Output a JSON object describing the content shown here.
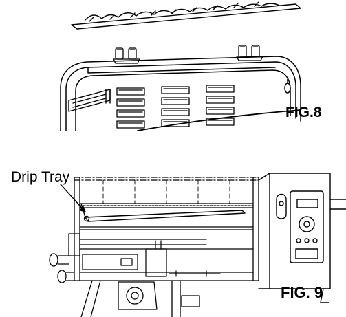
{
  "fig8": {
    "label": "FIG.8"
  },
  "fig9": {
    "label": "FIG. 9",
    "callout": "Drip Tray"
  },
  "colors": {
    "ink": "#000000",
    "paper": "#ffffff"
  }
}
